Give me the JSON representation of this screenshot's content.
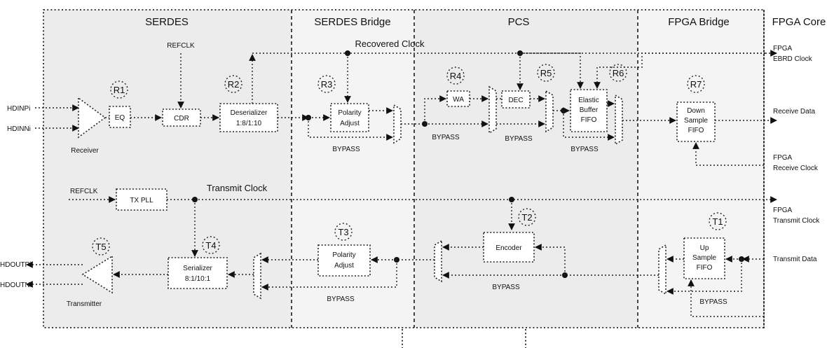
{
  "sections": {
    "serdes": "SERDES",
    "serdes_bridge": "SERDES Bridge",
    "pcs": "PCS",
    "fpga_bridge": "FPGA Bridge",
    "fpga_core": "FPGA Core"
  },
  "signals": {
    "recovered_clock": "Recovered Clock",
    "transmit_clock": "Transmit Clock",
    "refclk_rx": "REFCLK",
    "refclk_tx": "REFCLK"
  },
  "pins": {
    "hdinp": "HDINPi",
    "hdinn": "HDINNi",
    "hdoutp": "HDOUTPi",
    "hdoutn": "HDOUTNi"
  },
  "core_io": {
    "ebrd_clock": [
      "FPGA",
      "EBRD Clock"
    ],
    "receive_data": "Receive Data",
    "receive_clock": [
      "FPGA",
      "Receive Clock"
    ],
    "transmit_clock": [
      "FPGA",
      "Transmit Clock"
    ],
    "transmit_data": "Transmit Data"
  },
  "rx_path": {
    "receiver": "Receiver",
    "eq": "EQ",
    "cdr": "CDR",
    "deserializer": [
      "Deserializer",
      "1:8/1:10"
    ],
    "polarity_adjust": [
      "Polarity",
      "Adjust"
    ],
    "wa": "WA",
    "dec": "DEC",
    "elastic_buffer": [
      "Elastic",
      "Buffer",
      "FIFO"
    ],
    "down_sample": [
      "Down",
      "Sample",
      "FIFO"
    ]
  },
  "tx_path": {
    "tx_pll": "TX PLL",
    "encoder": "Encoder",
    "polarity_adjust": [
      "Polarity",
      "Adjust"
    ],
    "serializer": [
      "Serializer",
      "8:1/10:1"
    ],
    "transmitter": "Transmitter",
    "up_sample": [
      "Up",
      "Sample",
      "FIFO"
    ]
  },
  "bypass": "BYPASS",
  "markers": {
    "r1": "R1",
    "r2": "R2",
    "r3": "R3",
    "r4": "R4",
    "r5": "R5",
    "r6": "R6",
    "r7": "R7",
    "t1": "T1",
    "t2": "T2",
    "t3": "T3",
    "t4": "T4",
    "t5": "T5"
  }
}
